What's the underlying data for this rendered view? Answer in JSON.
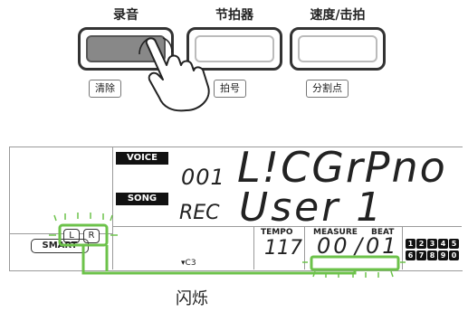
{
  "buttons": [
    {
      "label": "录音",
      "sub_label": "清除",
      "active": true
    },
    {
      "label": "节拍器",
      "sub_label": "拍号",
      "active": false
    },
    {
      "label": "速度/击拍",
      "sub_label": "分割点",
      "active": false
    }
  ],
  "lcd": {
    "voice_tag": "VOICE",
    "song_tag": "SONG",
    "voice_number": "001",
    "voice_name": "L!CGrPno",
    "rec_indicator": "REC",
    "song_name": "User 1",
    "tempo_label": "TEMPO",
    "tempo_value": "117",
    "measure_label": "MEASURE",
    "beat_label": "BEAT",
    "measure_value": "00",
    "beat_value": "01",
    "note_marker": "C3",
    "track_left": "L",
    "track_right": "R",
    "smart_label": "SMART",
    "number_row_1": [
      "1",
      "2",
      "3",
      "4",
      "5"
    ],
    "number_row_2": [
      "6",
      "7",
      "8",
      "9",
      "0"
    ]
  },
  "caption": "闪烁",
  "colors": {
    "highlight": "#6cc24a"
  }
}
